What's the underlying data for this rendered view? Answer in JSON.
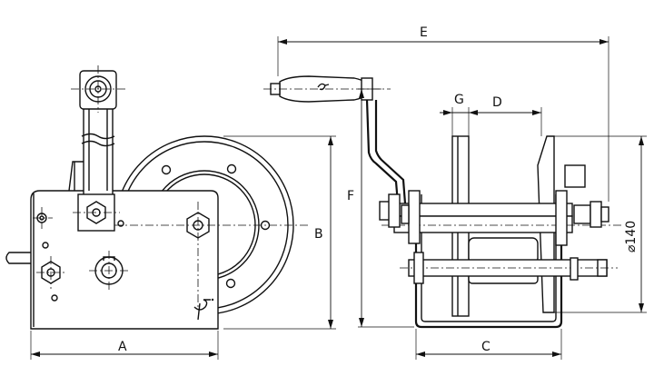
{
  "drawing": {
    "labels": {
      "A": "A",
      "B": "B",
      "C": "C",
      "D": "D",
      "E": "E",
      "F": "F",
      "G": "G",
      "diameter": "⌀140"
    }
  }
}
